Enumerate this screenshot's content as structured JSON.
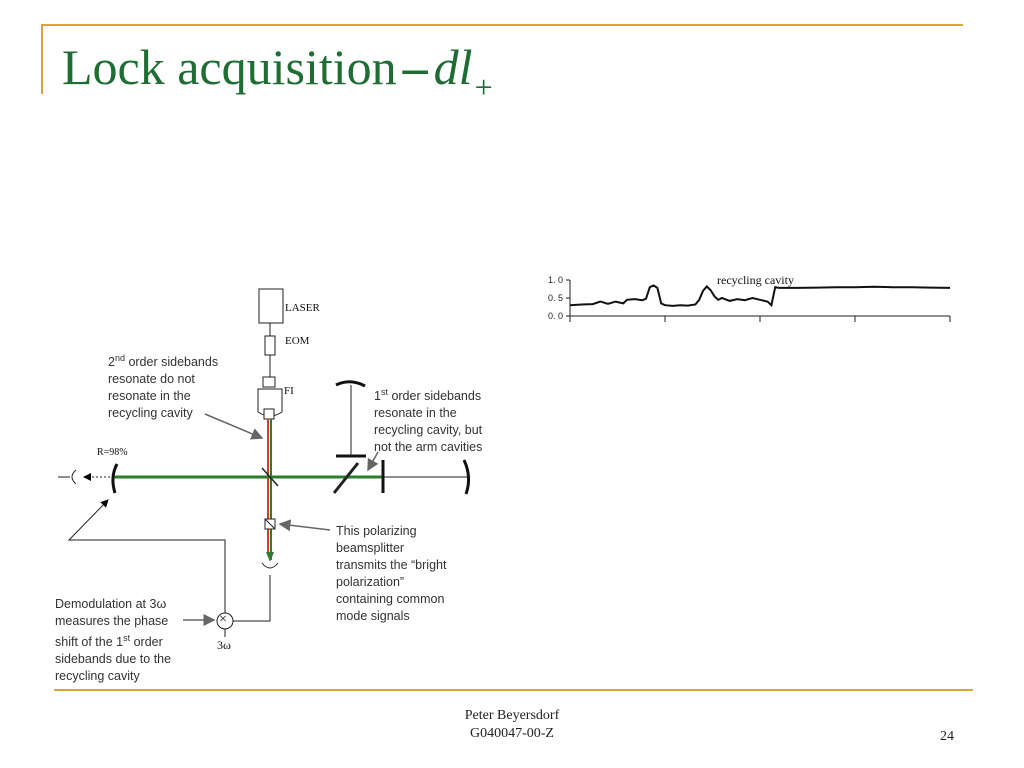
{
  "slide": {
    "title_main": "Lock acquisition",
    "title_dash": "–",
    "title_italic": "dl",
    "title_sub": "+",
    "footer_author": "Peter Beyersdorf",
    "footer_docid": "G040047-00-Z",
    "page_number": "24"
  },
  "diagram": {
    "laser_label": "LASER",
    "eom_label": "EOM",
    "fi_label": "FI",
    "reflectivity_label": "R=98%",
    "freq_label": "3ω",
    "mixer_symbol": "×"
  },
  "notes": {
    "second_order": {
      "line1_pre": "2",
      "line1_sup": "nd",
      "line1_post": " order sidebands",
      "line2": "resonate do not",
      "line3": "resonate in the",
      "line4": "recycling cavity"
    },
    "first_order": {
      "line1_pre": "1",
      "line1_sup": "st",
      "line1_post": " order sidebands",
      "line2": "resonate in the",
      "line3": "recycling cavity, but",
      "line4": "not the arm cavities"
    },
    "polarizing": {
      "line1": "This polarizing",
      "line2": "beamsplitter",
      "line3": "transmits the “bright",
      "line4": "polarization”",
      "line5": "containing common",
      "line6": "mode signals"
    },
    "demod": {
      "line1": "Demodulation at 3ω",
      "line2": "measures the phase",
      "line3_pre": "shift of the 1",
      "line3_sup": "st",
      "line3_post": " order",
      "line4": "sidebands due to the",
      "line5": "recycling cavity"
    }
  },
  "colors": {
    "title_green": "#1e6e34",
    "rule_gold": "#d9a53b",
    "beam_green": "#2e7d2e",
    "beam_red": "#d43c2c"
  },
  "chart_data": {
    "type": "line",
    "annotation": "recycling cavity",
    "y_ticks": [
      "1. 0",
      "0. 5",
      "0. 0"
    ],
    "ylim": [
      0,
      1.0
    ],
    "xlim": [
      0,
      1
    ],
    "x_tick_positions": [
      0,
      0.25,
      0.5,
      0.75,
      1
    ],
    "series": [
      {
        "x": [
          0,
          0.03,
          0.06,
          0.08,
          0.1,
          0.12,
          0.14,
          0.15,
          0.17,
          0.19,
          0.2,
          0.21,
          0.22,
          0.23,
          0.24,
          0.25,
          0.27,
          0.29,
          0.31,
          0.33,
          0.34,
          0.35,
          0.36,
          0.37,
          0.38,
          0.39,
          0.4,
          0.42,
          0.44,
          0.46,
          0.48,
          0.5,
          0.52,
          0.53,
          0.54,
          0.55,
          0.6,
          0.65,
          0.7,
          0.75,
          0.8,
          0.85,
          0.9,
          0.95,
          1.0
        ],
        "y": [
          0.3,
          0.32,
          0.33,
          0.4,
          0.34,
          0.4,
          0.35,
          0.45,
          0.47,
          0.44,
          0.48,
          0.8,
          0.85,
          0.78,
          0.35,
          0.3,
          0.28,
          0.3,
          0.29,
          0.32,
          0.45,
          0.7,
          0.82,
          0.72,
          0.55,
          0.45,
          0.5,
          0.42,
          0.47,
          0.44,
          0.5,
          0.45,
          0.4,
          0.3,
          0.8,
          0.78,
          0.78,
          0.79,
          0.8,
          0.8,
          0.81,
          0.8,
          0.8,
          0.79,
          0.78
        ]
      }
    ]
  }
}
